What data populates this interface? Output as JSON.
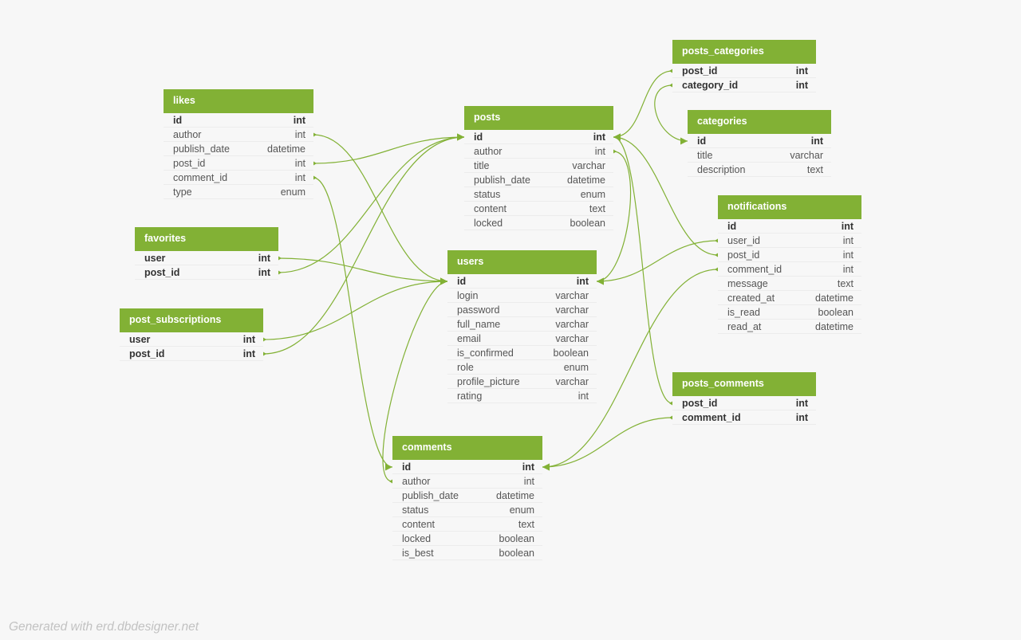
{
  "footer": "Generated with erd.dbdesigner.net",
  "colors": {
    "accent": "#82b135",
    "link": "#82b135",
    "background": "#f7f7f7"
  },
  "tables": [
    {
      "id": "likes",
      "name": "likes",
      "columns": [
        {
          "name": "id",
          "type": "int",
          "pk": true
        },
        {
          "name": "author",
          "type": "int"
        },
        {
          "name": "publish_date",
          "type": "datetime"
        },
        {
          "name": "post_id",
          "type": "int"
        },
        {
          "name": "comment_id",
          "type": "int"
        },
        {
          "name": "type",
          "type": "enum"
        }
      ]
    },
    {
      "id": "favorites",
      "name": "favorites",
      "columns": [
        {
          "name": "user",
          "type": "int",
          "pk": true
        },
        {
          "name": "post_id",
          "type": "int",
          "pk": true
        }
      ]
    },
    {
      "id": "post_subscriptions",
      "name": "post_subscriptions",
      "columns": [
        {
          "name": "user",
          "type": "int",
          "pk": true
        },
        {
          "name": "post_id",
          "type": "int",
          "pk": true
        }
      ]
    },
    {
      "id": "posts",
      "name": "posts",
      "columns": [
        {
          "name": "id",
          "type": "int",
          "pk": true
        },
        {
          "name": "author",
          "type": "int"
        },
        {
          "name": "title",
          "type": "varchar"
        },
        {
          "name": "publish_date",
          "type": "datetime"
        },
        {
          "name": "status",
          "type": "enum"
        },
        {
          "name": "content",
          "type": "text"
        },
        {
          "name": "locked",
          "type": "boolean"
        }
      ]
    },
    {
      "id": "users",
      "name": "users",
      "columns": [
        {
          "name": "id",
          "type": "int",
          "pk": true
        },
        {
          "name": "login",
          "type": "varchar"
        },
        {
          "name": "password",
          "type": "varchar"
        },
        {
          "name": "full_name",
          "type": "varchar"
        },
        {
          "name": "email",
          "type": "varchar"
        },
        {
          "name": "is_confirmed",
          "type": "boolean"
        },
        {
          "name": "role",
          "type": "enum"
        },
        {
          "name": "profile_picture",
          "type": "varchar"
        },
        {
          "name": "rating",
          "type": "int"
        }
      ]
    },
    {
      "id": "comments",
      "name": "comments",
      "columns": [
        {
          "name": "id",
          "type": "int",
          "pk": true
        },
        {
          "name": "author",
          "type": "int"
        },
        {
          "name": "publish_date",
          "type": "datetime"
        },
        {
          "name": "status",
          "type": "enum"
        },
        {
          "name": "content",
          "type": "text"
        },
        {
          "name": "locked",
          "type": "boolean"
        },
        {
          "name": "is_best",
          "type": "boolean"
        }
      ]
    },
    {
      "id": "posts_categories",
      "name": "posts_categories",
      "columns": [
        {
          "name": "post_id",
          "type": "int",
          "pk": true
        },
        {
          "name": "category_id",
          "type": "int",
          "pk": true
        }
      ]
    },
    {
      "id": "categories",
      "name": "categories",
      "columns": [
        {
          "name": "id",
          "type": "int",
          "pk": true
        },
        {
          "name": "title",
          "type": "varchar"
        },
        {
          "name": "description",
          "type": "text"
        }
      ]
    },
    {
      "id": "notifications",
      "name": "notifications",
      "columns": [
        {
          "name": "id",
          "type": "int",
          "pk": true
        },
        {
          "name": "user_id",
          "type": "int"
        },
        {
          "name": "post_id",
          "type": "int"
        },
        {
          "name": "comment_id",
          "type": "int"
        },
        {
          "name": "message",
          "type": "text"
        },
        {
          "name": "created_at",
          "type": "datetime"
        },
        {
          "name": "is_read",
          "type": "boolean"
        },
        {
          "name": "read_at",
          "type": "datetime"
        }
      ]
    },
    {
      "id": "posts_comments",
      "name": "posts_comments",
      "columns": [
        {
          "name": "post_id",
          "type": "int",
          "pk": true
        },
        {
          "name": "comment_id",
          "type": "int",
          "pk": true
        }
      ]
    }
  ],
  "relations": [
    {
      "from": "likes.author",
      "to": "users.id"
    },
    {
      "from": "likes.post_id",
      "to": "posts.id"
    },
    {
      "from": "likes.comment_id",
      "to": "comments.id"
    },
    {
      "from": "favorites.user",
      "to": "users.id"
    },
    {
      "from": "favorites.post_id",
      "to": "posts.id"
    },
    {
      "from": "post_subscriptions.user",
      "to": "users.id"
    },
    {
      "from": "post_subscriptions.post_id",
      "to": "posts.id"
    },
    {
      "from": "posts.author",
      "to": "users.id"
    },
    {
      "from": "comments.author",
      "to": "users.id"
    },
    {
      "from": "posts_categories.post_id",
      "to": "posts.id"
    },
    {
      "from": "posts_categories.category_id",
      "to": "categories.id"
    },
    {
      "from": "notifications.user_id",
      "to": "users.id"
    },
    {
      "from": "notifications.post_id",
      "to": "posts.id"
    },
    {
      "from": "notifications.comment_id",
      "to": "comments.id"
    },
    {
      "from": "posts_comments.post_id",
      "to": "posts.id"
    },
    {
      "from": "posts_comments.comment_id",
      "to": "comments.id"
    }
  ]
}
